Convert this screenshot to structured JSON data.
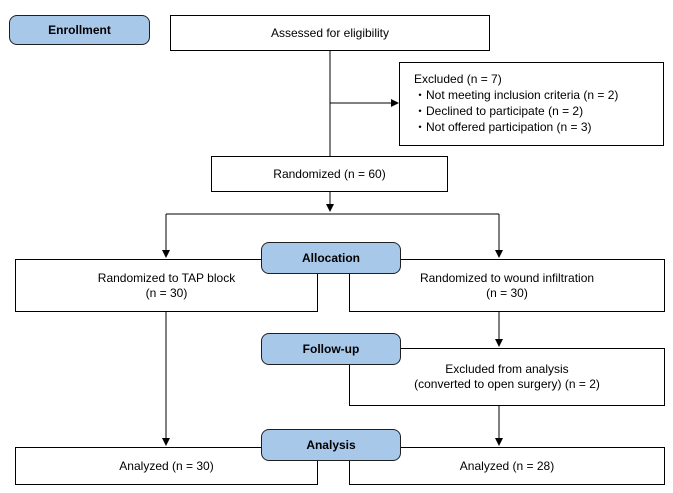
{
  "stages": {
    "enrollment": "Enrollment",
    "allocation": "Allocation",
    "followup": "Follow-up",
    "analysis": "Analysis"
  },
  "boxes": {
    "assessed": "Assessed for eligibility",
    "excluded": {
      "title": "Excluded (n = 7)",
      "items": [
        "・Not meeting inclusion criteria (n = 2)",
        "・Declined to participate (n = 2)",
        "・Not offered participation (n = 3)"
      ]
    },
    "randomized": "Randomized (n = 60)",
    "tap_group": {
      "label": "Randomized to TAP block",
      "count": "(n = 30)"
    },
    "wound_group": {
      "label": "Randomized to wound infiltration",
      "count": "(n = 30)"
    },
    "excluded_analysis": {
      "label": "Excluded from analysis",
      "detail": "(converted to open surgery) (n = 2)"
    },
    "analyzed_tap": "Analyzed (n = 30)",
    "analyzed_wound": "Analyzed (n = 28)"
  }
}
